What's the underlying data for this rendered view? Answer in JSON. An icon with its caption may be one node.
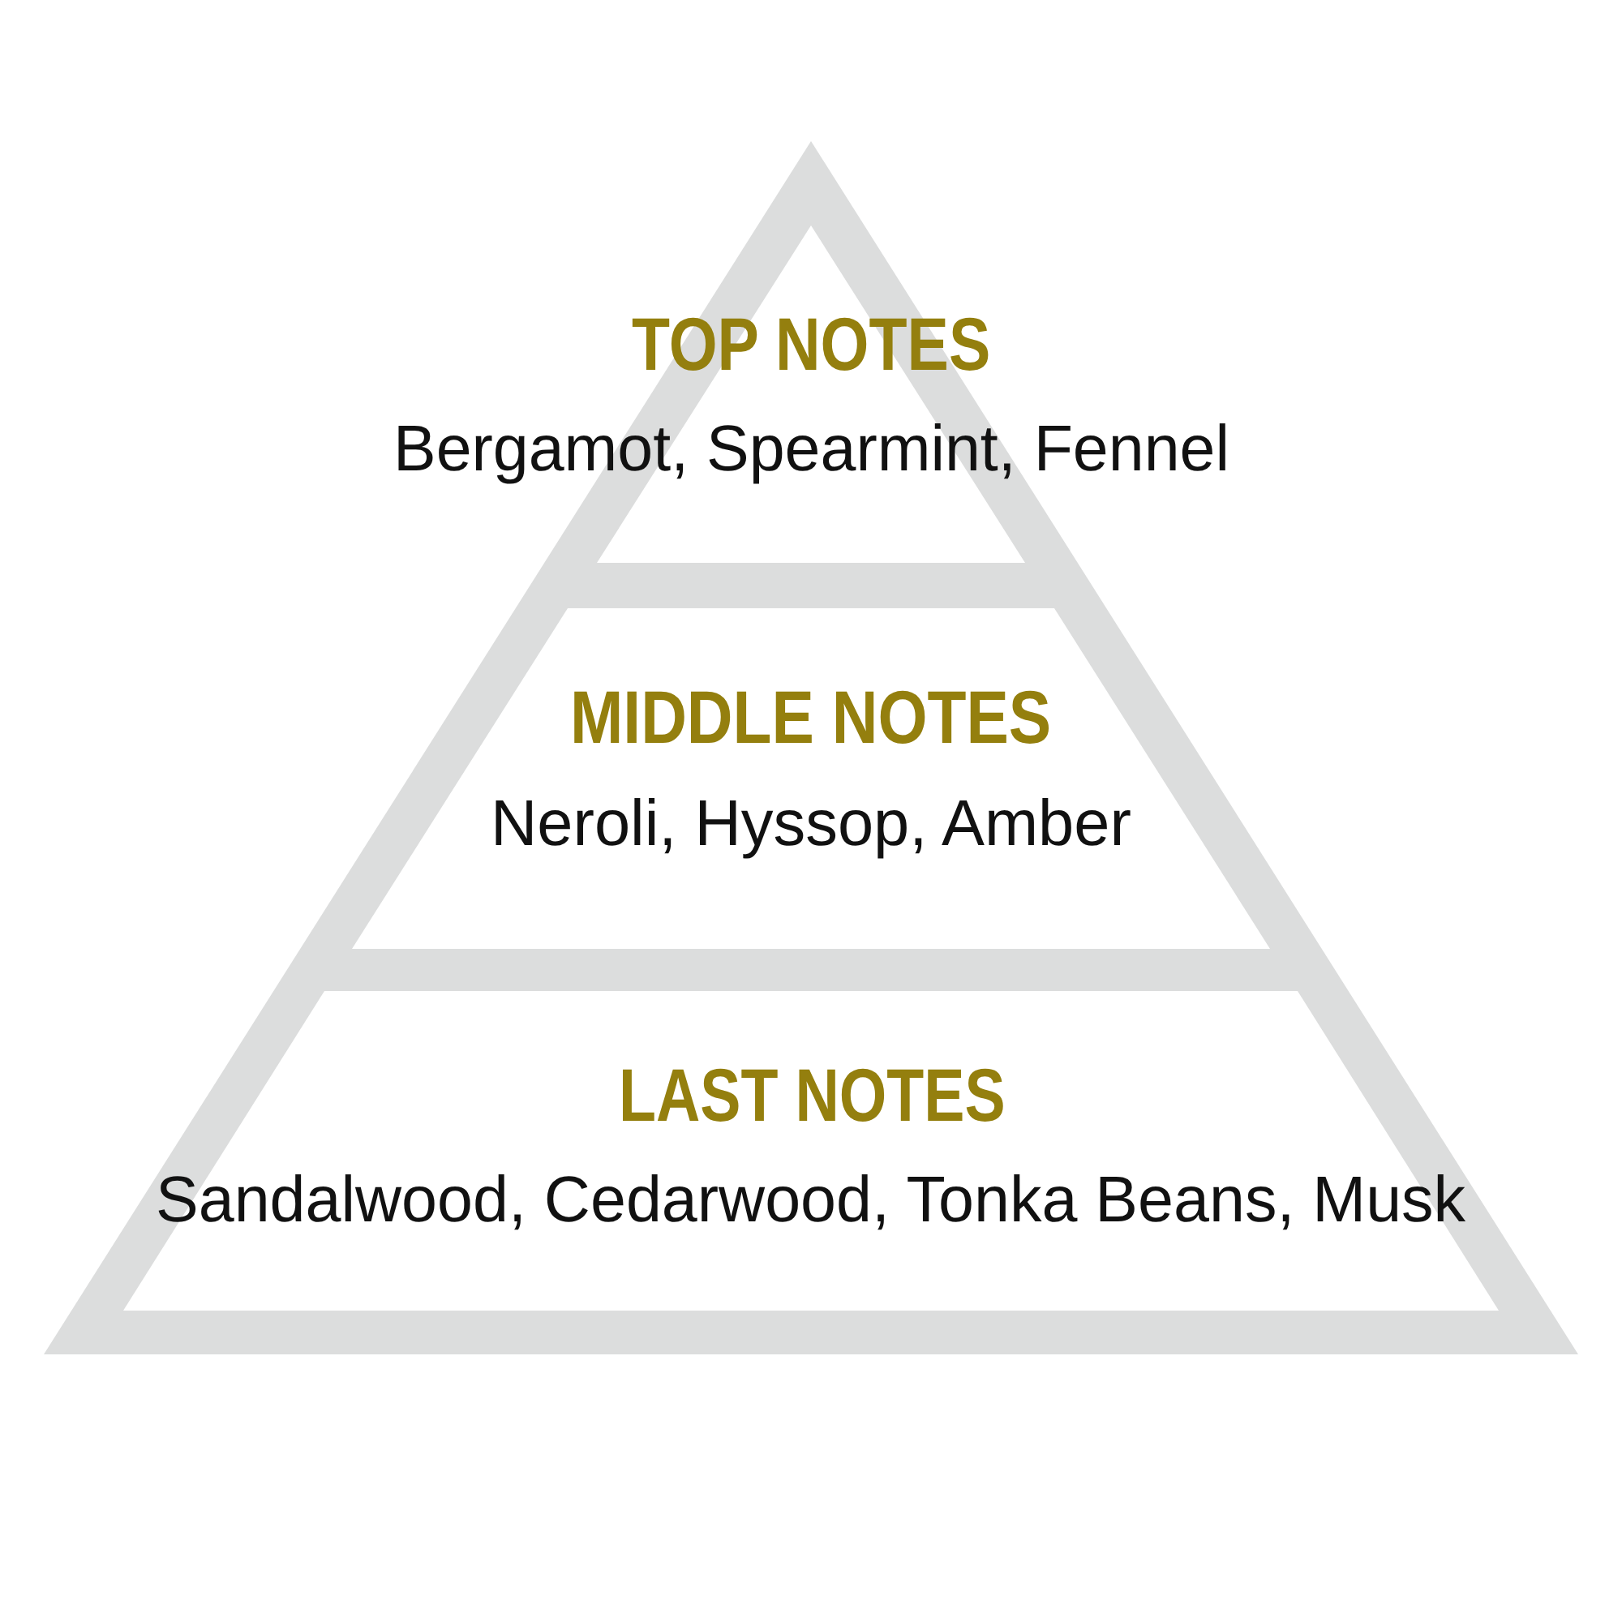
{
  "diagram": {
    "nodes": [
      {
        "text": [
          "TOP NOTES",
          "Bergamot, Spearmint, Fennel"
        ]
      },
      {
        "text": [
          "MIDDLE NOTES",
          "Neroli, Hyssop, Amber"
        ]
      },
      {
        "text": [
          "LAST NOTES",
          "Sandalwood, Cedarwood, Tonka Beans, Musk"
        ]
      }
    ]
  }
}
